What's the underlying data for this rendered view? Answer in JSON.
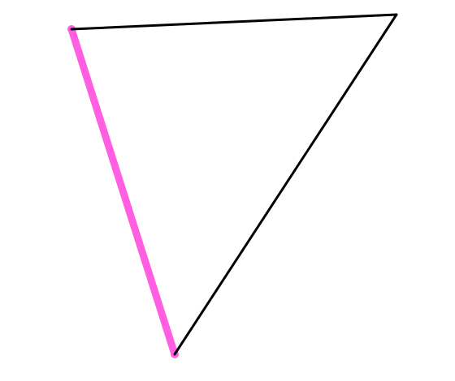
{
  "figure": {
    "shape": "triangle",
    "vertices": [
      "top-left",
      "top-right",
      "bottom"
    ],
    "edges": [
      {
        "name": "top-edge",
        "from": "top-left",
        "to": "top-right",
        "highlighted": false
      },
      {
        "name": "right-edge",
        "from": "top-right",
        "to": "bottom",
        "highlighted": false
      },
      {
        "name": "left-edge",
        "from": "top-left",
        "to": "bottom",
        "highlighted": true
      }
    ],
    "colors": {
      "edge": "#000000",
      "highlight": "#ff5fe0",
      "background": "#ffffff"
    }
  }
}
